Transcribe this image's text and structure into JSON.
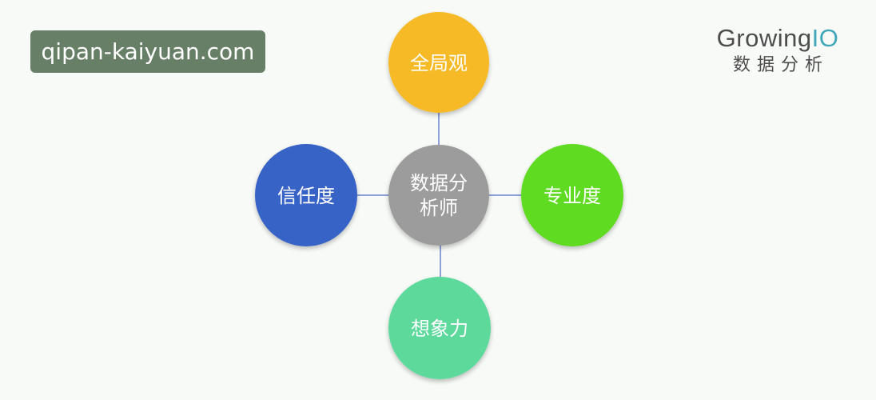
{
  "watermark": {
    "text": "qipan-kaiyuan.com"
  },
  "brand": {
    "name_main": "Growing",
    "name_accent": "IO",
    "subtitle": "数据分析"
  },
  "diagram": {
    "center": {
      "lines": [
        "数据分",
        "析师"
      ],
      "color": "#9c9c9c"
    },
    "top": {
      "label": "全局观",
      "color": "#f6ba25"
    },
    "left": {
      "label": "信任度",
      "color": "#3863c6"
    },
    "right": {
      "label": "专业度",
      "color": "#5fdb20"
    },
    "bottom": {
      "label": "想象力",
      "color": "#5bd99b"
    },
    "connector_color": "#8ea3d9"
  }
}
